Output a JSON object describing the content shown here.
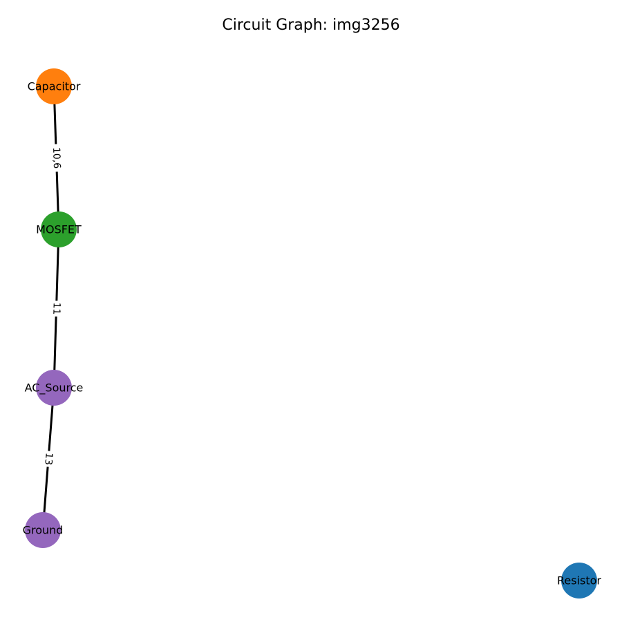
{
  "title": "Circuit Graph: img3256",
  "nodes": [
    {
      "id": "capacitor",
      "label": "Capacitor",
      "color": "#ff7f0e"
    },
    {
      "id": "mosfet",
      "label": "MOSFET",
      "color": "#2ca02c"
    },
    {
      "id": "ac_source",
      "label": "AC_Source",
      "color": "#9467bd"
    },
    {
      "id": "ground",
      "label": "Ground",
      "color": "#9467bd"
    },
    {
      "id": "resistor",
      "label": "Resistor",
      "color": "#1f77b4"
    }
  ],
  "edges": [
    {
      "source": "capacitor",
      "target": "mosfet",
      "label": "10,6"
    },
    {
      "source": "mosfet",
      "target": "ac_source",
      "label": "11"
    },
    {
      "source": "ac_source",
      "target": "ground",
      "label": "13"
    }
  ]
}
